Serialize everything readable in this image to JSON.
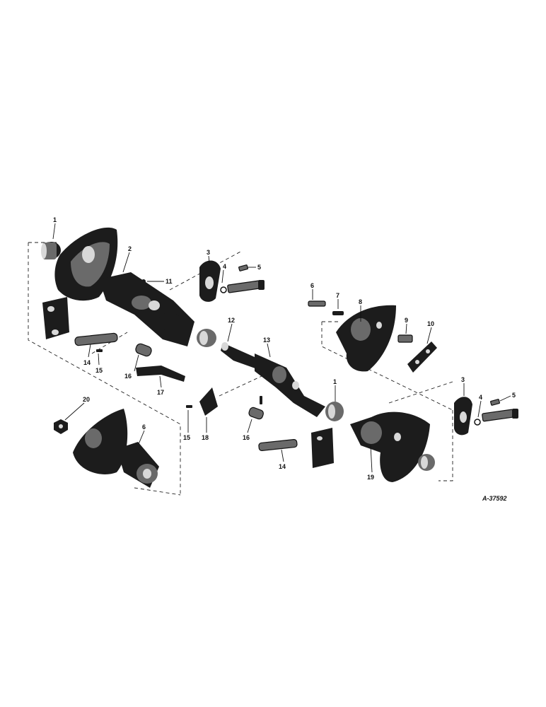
{
  "callouts": [
    {
      "id": "c1a",
      "text": "1",
      "part": "bearing-sleeve"
    },
    {
      "id": "c2",
      "text": "2",
      "part": "disk-arbor-spool"
    },
    {
      "id": "c3a",
      "text": "3",
      "part": "bearing-clamp"
    },
    {
      "id": "c4a",
      "text": "4",
      "part": "lock-washer"
    },
    {
      "id": "c5a",
      "text": "5",
      "part": "bolt"
    },
    {
      "id": "c11",
      "text": "11",
      "part": "grease-fitting"
    },
    {
      "id": "c6a",
      "text": "6",
      "part": "bolt"
    },
    {
      "id": "c7",
      "text": "7",
      "part": "pin"
    },
    {
      "id": "c8",
      "text": "8",
      "part": "disk-blade"
    },
    {
      "id": "c9",
      "text": "9",
      "part": "bolt"
    },
    {
      "id": "c10",
      "text": "10",
      "part": "scraper-plate"
    },
    {
      "id": "c12",
      "text": "12",
      "part": "arbor-shaft"
    },
    {
      "id": "c13",
      "text": "13",
      "part": "universal-joint"
    },
    {
      "id": "c14a",
      "text": "14",
      "part": "strap"
    },
    {
      "id": "c15a",
      "text": "15",
      "part": "cotter-pin"
    },
    {
      "id": "c16a",
      "text": "16",
      "part": "spring"
    },
    {
      "id": "c17",
      "text": "17",
      "part": "scraper-arm"
    },
    {
      "id": "c1b",
      "text": "1",
      "part": "bearing-sleeve"
    },
    {
      "id": "c20",
      "text": "20",
      "part": "nut"
    },
    {
      "id": "c6b",
      "text": "6",
      "part": "spool"
    },
    {
      "id": "c15b",
      "text": "15",
      "part": "cotter-pin"
    },
    {
      "id": "c18",
      "text": "18",
      "part": "scraper-bracket"
    },
    {
      "id": "c16b",
      "text": "16",
      "part": "spring"
    },
    {
      "id": "c14b",
      "text": "14",
      "part": "strap"
    },
    {
      "id": "c19",
      "text": "19",
      "part": "disk-blade-end"
    },
    {
      "id": "c3b",
      "text": "3",
      "part": "bearing-clamp"
    },
    {
      "id": "c4b",
      "text": "4",
      "part": "lock-washer"
    },
    {
      "id": "c5b",
      "text": "5",
      "part": "bolt"
    }
  ],
  "figure_ref": "A-37592"
}
